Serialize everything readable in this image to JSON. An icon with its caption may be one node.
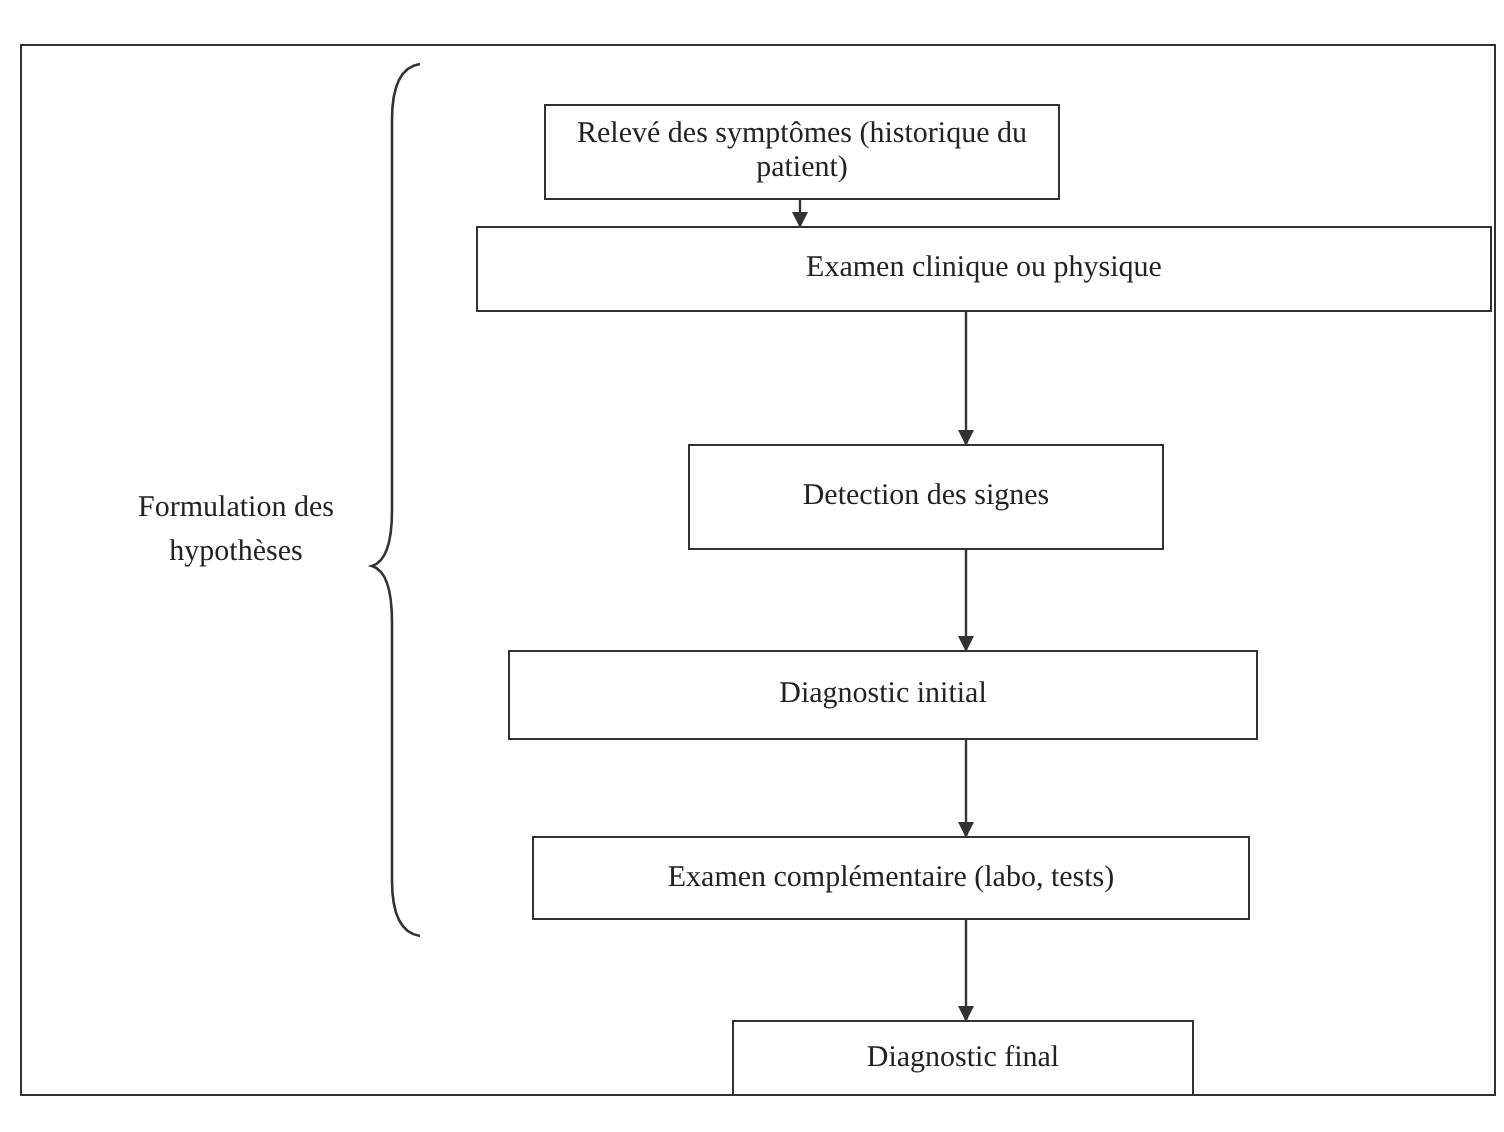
{
  "diagram": {
    "nodes": [
      {
        "text": [
          "Relevé des symptômes (historique du patient)"
        ]
      },
      {
        "text": [
          "Examen clinique ou physique"
        ]
      },
      {
        "text": [
          "Detection des signes"
        ]
      },
      {
        "text": [
          "Diagnostic initial"
        ]
      },
      {
        "text": [
          "Examen complémentaire (labo, tests)"
        ]
      },
      {
        "text": [
          "Diagnostic final"
        ]
      }
    ],
    "edges": [
      {
        "from": 0,
        "to": 1,
        "arrow": "to"
      },
      {
        "from": 1,
        "to": 2,
        "arrow": "to"
      },
      {
        "from": 2,
        "to": 3,
        "arrow": "to"
      },
      {
        "from": 3,
        "to": 4,
        "arrow": "to"
      },
      {
        "from": 4,
        "to": 5,
        "arrow": "to"
      }
    ],
    "labels": [
      "Formulation des hypothèses"
    ]
  }
}
